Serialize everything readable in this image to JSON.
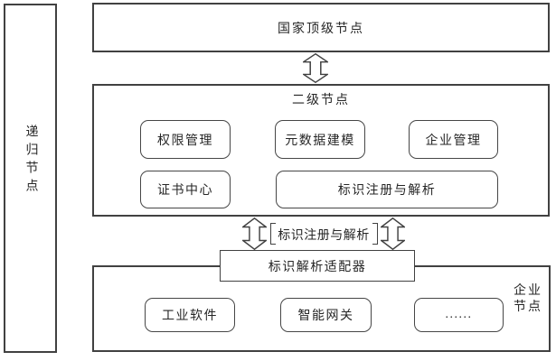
{
  "diagram": {
    "colors": {
      "line": "#414141",
      "text": "#262626",
      "background": "#ffffff"
    },
    "recursive_node": {
      "label": "递归节点"
    },
    "national_node": {
      "label": "国家顶级节点"
    },
    "second_level": {
      "label": "二级节点",
      "modules": [
        {
          "label": "权限管理"
        },
        {
          "label": "元数据建模"
        },
        {
          "label": "企业管理"
        },
        {
          "label": "证书中心"
        },
        {
          "label": "标识注册与解析"
        }
      ]
    },
    "link": {
      "label": "标识注册与解析",
      "icon": "double-vertical-arrow-icon",
      "brackets": [
        "[",
        "]"
      ]
    },
    "adapter": {
      "label": "标识解析适配器"
    },
    "enterprise_node": {
      "label": "企业节点",
      "modules": [
        {
          "label": "工业软件"
        },
        {
          "label": "智能网关"
        },
        {
          "label": "......"
        }
      ]
    }
  }
}
